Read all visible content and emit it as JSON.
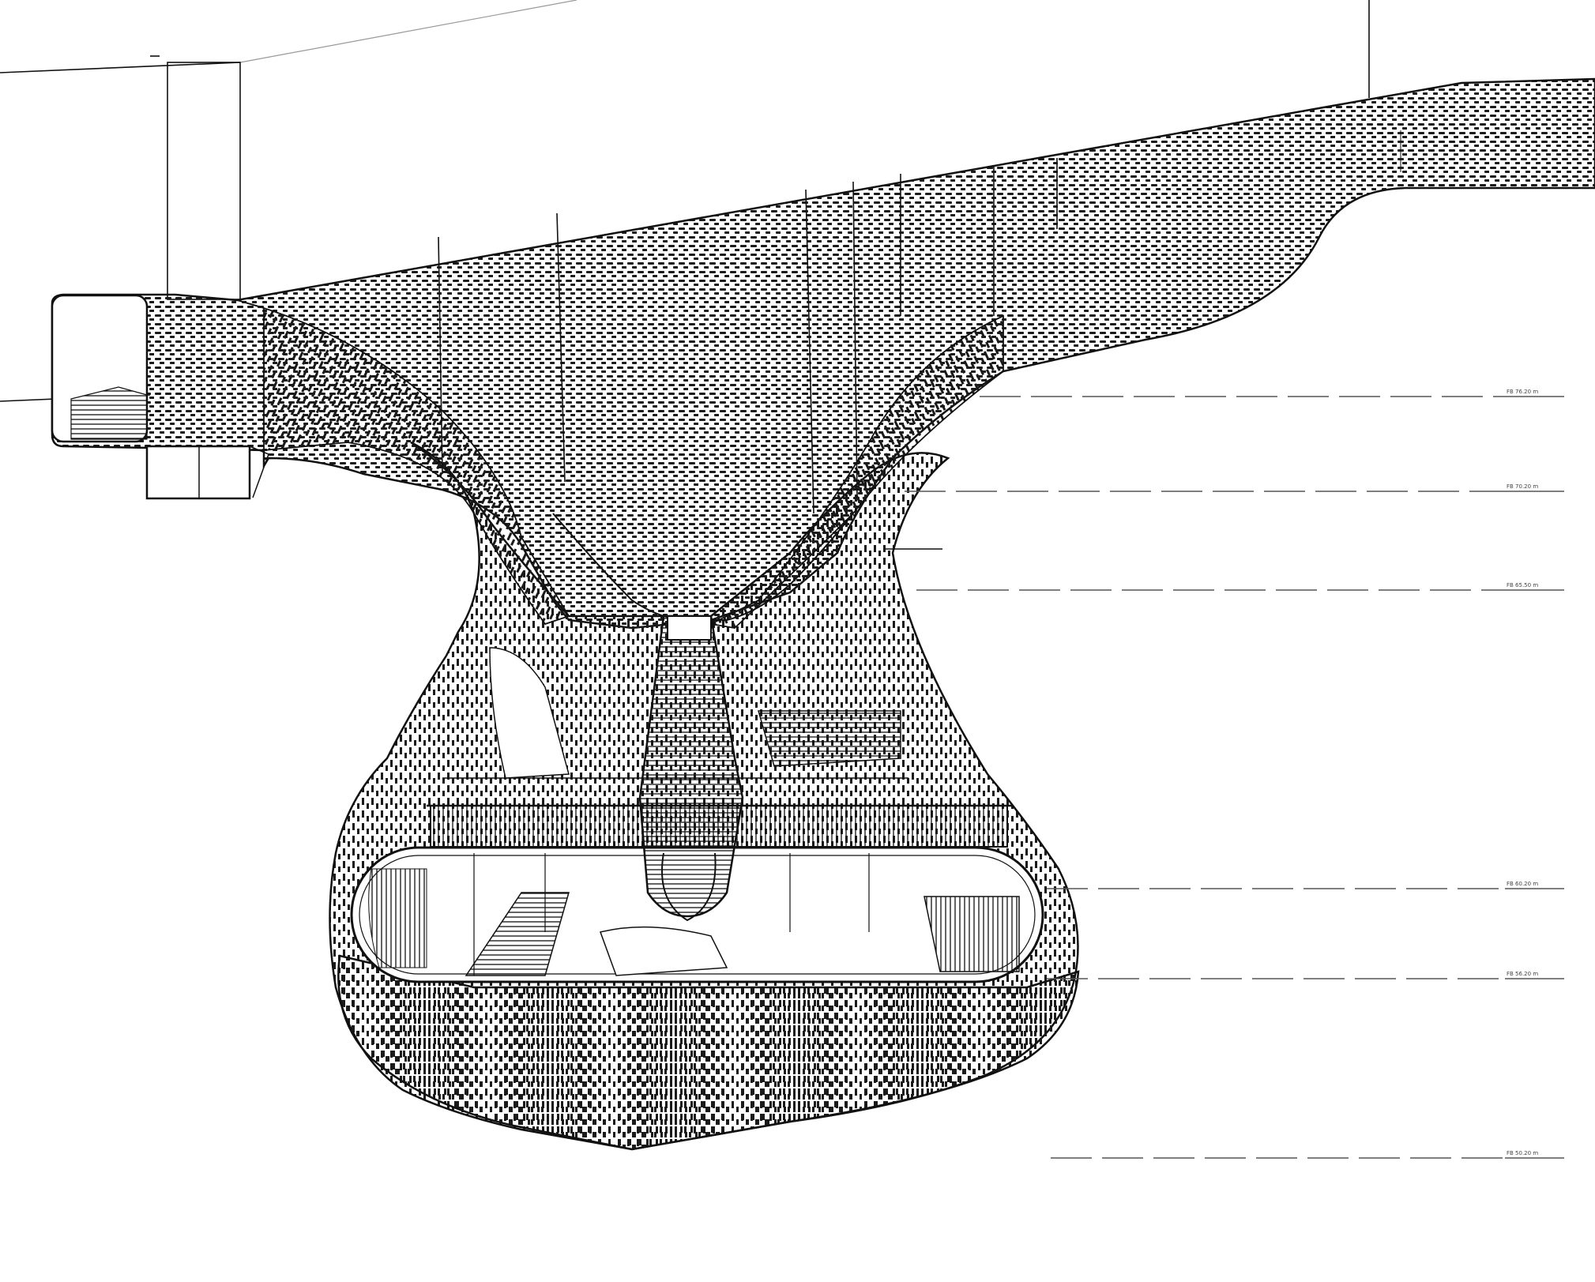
{
  "drawing": {
    "line_color": "#111111",
    "hatch_color": "#1a1a1a",
    "background": "#ffffff",
    "level_line_color": "#555555"
  },
  "levels": [
    {
      "id": "lvl1",
      "label": "FB 76.20 m"
    },
    {
      "id": "lvl2",
      "label": "FB 70.20 m"
    },
    {
      "id": "lvl3",
      "label": "FB 65.50 m"
    },
    {
      "id": "lvl4",
      "label": "FB 60.20 m"
    },
    {
      "id": "lvl5",
      "label": "FB 56.20 m"
    },
    {
      "id": "lvl6",
      "label": "FB 50.20 m"
    }
  ]
}
